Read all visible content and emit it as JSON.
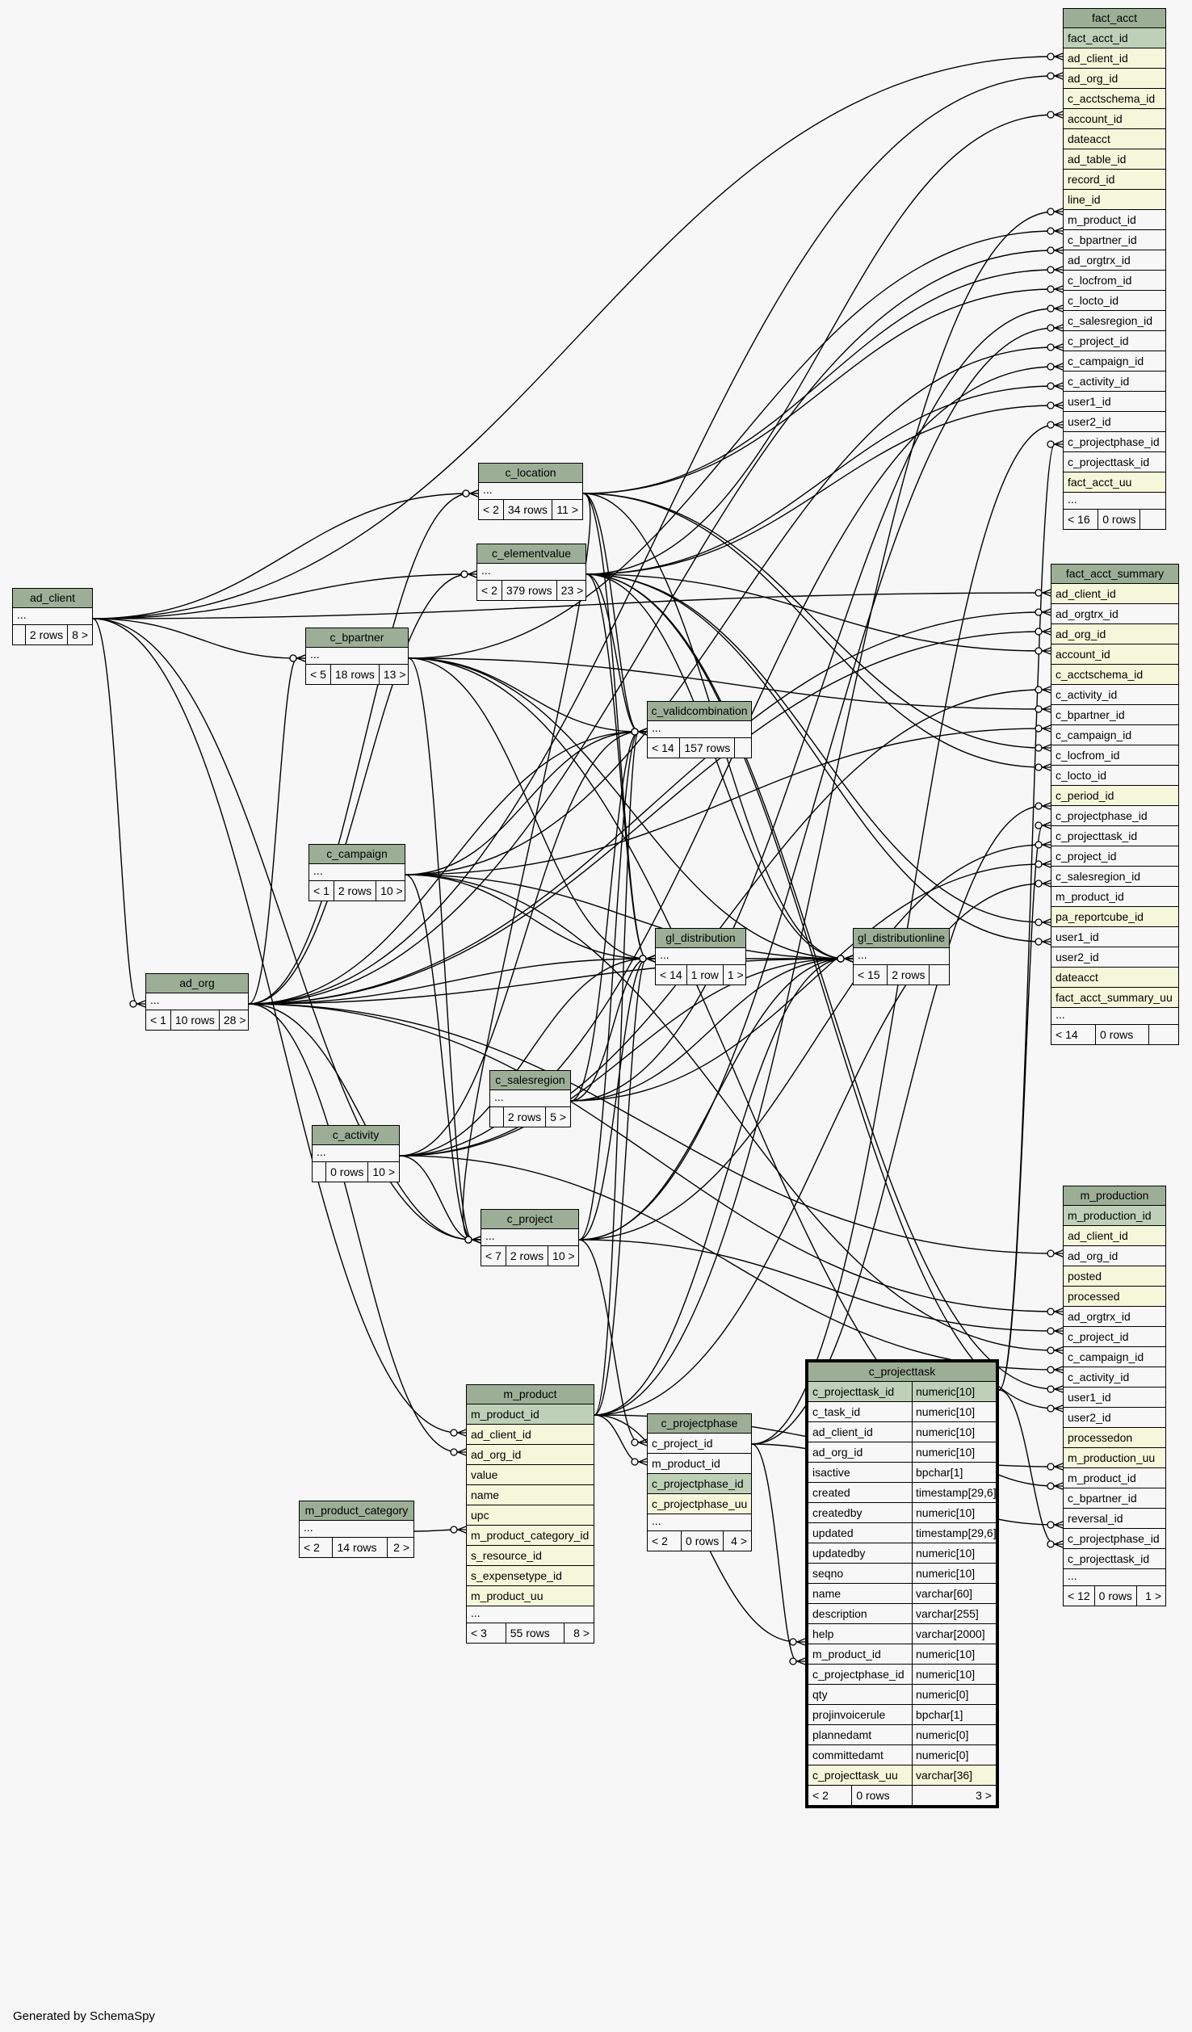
{
  "credit": "Generated by SchemaSpy",
  "colors": {
    "header": "#9caf96",
    "pk": "#bed1b8",
    "fk": "#f4f7da",
    "background": "#f7f7f7"
  },
  "tables": {
    "fact_acct": {
      "name": "fact_acct",
      "columns": [
        {
          "name": "fact_acct_id",
          "kind": "pk"
        },
        {
          "name": "ad_client_id",
          "kind": "fk"
        },
        {
          "name": "ad_org_id",
          "kind": "fk"
        },
        {
          "name": "c_acctschema_id",
          "kind": "fk"
        },
        {
          "name": "account_id",
          "kind": "fk"
        },
        {
          "name": "dateacct",
          "kind": "fk"
        },
        {
          "name": "ad_table_id",
          "kind": "fk"
        },
        {
          "name": "record_id",
          "kind": "fk"
        },
        {
          "name": "line_id",
          "kind": "fk"
        },
        {
          "name": "m_product_id",
          "kind": "plain"
        },
        {
          "name": "c_bpartner_id",
          "kind": "plain"
        },
        {
          "name": "ad_orgtrx_id",
          "kind": "plain"
        },
        {
          "name": "c_locfrom_id",
          "kind": "plain"
        },
        {
          "name": "c_locto_id",
          "kind": "plain"
        },
        {
          "name": "c_salesregion_id",
          "kind": "plain"
        },
        {
          "name": "c_project_id",
          "kind": "plain"
        },
        {
          "name": "c_campaign_id",
          "kind": "plain"
        },
        {
          "name": "c_activity_id",
          "kind": "plain"
        },
        {
          "name": "user1_id",
          "kind": "plain"
        },
        {
          "name": "user2_id",
          "kind": "plain"
        },
        {
          "name": "c_projectphase_id",
          "kind": "plain"
        },
        {
          "name": "c_projecttask_id",
          "kind": "plain"
        },
        {
          "name": "fact_acct_uu",
          "kind": "fk"
        }
      ],
      "ellipsis": "...",
      "stats": [
        "< 16",
        "0 rows",
        ""
      ]
    },
    "fact_acct_summary": {
      "name": "fact_acct_summary",
      "columns": [
        {
          "name": "ad_client_id",
          "kind": "fk"
        },
        {
          "name": "ad_orgtrx_id",
          "kind": "plain"
        },
        {
          "name": "ad_org_id",
          "kind": "fk"
        },
        {
          "name": "account_id",
          "kind": "fk"
        },
        {
          "name": "c_acctschema_id",
          "kind": "fk"
        },
        {
          "name": "c_activity_id",
          "kind": "plain"
        },
        {
          "name": "c_bpartner_id",
          "kind": "plain"
        },
        {
          "name": "c_campaign_id",
          "kind": "plain"
        },
        {
          "name": "c_locfrom_id",
          "kind": "plain"
        },
        {
          "name": "c_locto_id",
          "kind": "plain"
        },
        {
          "name": "c_period_id",
          "kind": "fk"
        },
        {
          "name": "c_projectphase_id",
          "kind": "plain"
        },
        {
          "name": "c_projecttask_id",
          "kind": "plain"
        },
        {
          "name": "c_project_id",
          "kind": "plain"
        },
        {
          "name": "c_salesregion_id",
          "kind": "plain"
        },
        {
          "name": "m_product_id",
          "kind": "plain"
        },
        {
          "name": "pa_reportcube_id",
          "kind": "fk"
        },
        {
          "name": "user1_id",
          "kind": "plain"
        },
        {
          "name": "user2_id",
          "kind": "plain"
        },
        {
          "name": "dateacct",
          "kind": "fk"
        },
        {
          "name": "fact_acct_summary_uu",
          "kind": "fk"
        }
      ],
      "ellipsis": "...",
      "stats": [
        "< 14",
        "0 rows",
        ""
      ]
    },
    "m_production": {
      "name": "m_production",
      "columns": [
        {
          "name": "m_production_id",
          "kind": "pk"
        },
        {
          "name": "ad_client_id",
          "kind": "fk"
        },
        {
          "name": "ad_org_id",
          "kind": "plain"
        },
        {
          "name": "posted",
          "kind": "fk"
        },
        {
          "name": "processed",
          "kind": "fk"
        },
        {
          "name": "ad_orgtrx_id",
          "kind": "plain"
        },
        {
          "name": "c_project_id",
          "kind": "plain"
        },
        {
          "name": "c_campaign_id",
          "kind": "plain"
        },
        {
          "name": "c_activity_id",
          "kind": "plain"
        },
        {
          "name": "user1_id",
          "kind": "plain"
        },
        {
          "name": "user2_id",
          "kind": "plain"
        },
        {
          "name": "processedon",
          "kind": "fk"
        },
        {
          "name": "m_production_uu",
          "kind": "fk"
        },
        {
          "name": "m_product_id",
          "kind": "plain"
        },
        {
          "name": "c_bpartner_id",
          "kind": "plain"
        },
        {
          "name": "reversal_id",
          "kind": "plain"
        },
        {
          "name": "c_projectphase_id",
          "kind": "plain"
        },
        {
          "name": "c_projecttask_id",
          "kind": "plain"
        }
      ],
      "ellipsis": "...",
      "stats": [
        "< 12",
        "0 rows",
        "1 >"
      ]
    },
    "c_projecttask": {
      "name": "c_projecttask",
      "columns": [
        {
          "name": "c_projecttask_id",
          "type": "numeric[10]",
          "kind": "pk"
        },
        {
          "name": "c_task_id",
          "type": "numeric[10]",
          "kind": "plain"
        },
        {
          "name": "ad_client_id",
          "type": "numeric[10]",
          "kind": "plain"
        },
        {
          "name": "ad_org_id",
          "type": "numeric[10]",
          "kind": "plain"
        },
        {
          "name": "isactive",
          "type": "bpchar[1]",
          "kind": "plain"
        },
        {
          "name": "created",
          "type": "timestamp[29,6]",
          "kind": "plain"
        },
        {
          "name": "createdby",
          "type": "numeric[10]",
          "kind": "plain"
        },
        {
          "name": "updated",
          "type": "timestamp[29,6]",
          "kind": "plain"
        },
        {
          "name": "updatedby",
          "type": "numeric[10]",
          "kind": "plain"
        },
        {
          "name": "seqno",
          "type": "numeric[10]",
          "kind": "plain"
        },
        {
          "name": "name",
          "type": "varchar[60]",
          "kind": "plain"
        },
        {
          "name": "description",
          "type": "varchar[255]",
          "kind": "plain"
        },
        {
          "name": "help",
          "type": "varchar[2000]",
          "kind": "plain"
        },
        {
          "name": "m_product_id",
          "type": "numeric[10]",
          "kind": "plain"
        },
        {
          "name": "c_projectphase_id",
          "type": "numeric[10]",
          "kind": "plain"
        },
        {
          "name": "qty",
          "type": "numeric[0]",
          "kind": "plain"
        },
        {
          "name": "projinvoicerule",
          "type": "bpchar[1]",
          "kind": "plain"
        },
        {
          "name": "plannedamt",
          "type": "numeric[0]",
          "kind": "plain"
        },
        {
          "name": "committedamt",
          "type": "numeric[0]",
          "kind": "plain"
        },
        {
          "name": "c_projecttask_uu",
          "type": "varchar[36]",
          "kind": "fk"
        }
      ],
      "stats": [
        "< 2",
        "0 rows",
        "3 >"
      ]
    },
    "m_product": {
      "name": "m_product",
      "columns": [
        {
          "name": "m_product_id",
          "kind": "pk"
        },
        {
          "name": "ad_client_id",
          "kind": "fk"
        },
        {
          "name": "ad_org_id",
          "kind": "fk"
        },
        {
          "name": "value",
          "kind": "fk"
        },
        {
          "name": "name",
          "kind": "fk"
        },
        {
          "name": "upc",
          "kind": "fk"
        },
        {
          "name": "m_product_category_id",
          "kind": "fk"
        },
        {
          "name": "s_resource_id",
          "kind": "fk"
        },
        {
          "name": "s_expensetype_id",
          "kind": "fk"
        },
        {
          "name": "m_product_uu",
          "kind": "fk"
        }
      ],
      "ellipsis": "...",
      "stats": [
        "< 3",
        "55 rows",
        "8 >"
      ]
    },
    "c_projectphase": {
      "name": "c_projectphase",
      "columns": [
        {
          "name": "c_project_id",
          "kind": "plain"
        },
        {
          "name": "m_product_id",
          "kind": "plain"
        },
        {
          "name": "c_projectphase_id",
          "kind": "pk"
        },
        {
          "name": "c_projectphase_uu",
          "kind": "fk"
        }
      ],
      "ellipsis": "...",
      "stats": [
        "< 2",
        "0 rows",
        "4 >"
      ]
    },
    "m_product_category": {
      "name": "m_product_category",
      "ellipsis": "...",
      "stats": [
        "< 2",
        "14 rows",
        "2 >"
      ]
    },
    "ad_client": {
      "name": "ad_client",
      "ellipsis": "...",
      "stats": [
        "",
        "2 rows",
        "8 >"
      ]
    },
    "ad_org": {
      "name": "ad_org",
      "ellipsis": "...",
      "stats": [
        "< 1",
        "10 rows",
        "28 >"
      ]
    },
    "c_bpartner": {
      "name": "c_bpartner",
      "ellipsis": "...",
      "stats": [
        "< 5",
        "18 rows",
        "13 >"
      ]
    },
    "c_location": {
      "name": "c_location",
      "ellipsis": "...",
      "stats": [
        "< 2",
        "34 rows",
        "11 >"
      ]
    },
    "c_elementvalue": {
      "name": "c_elementvalue",
      "ellipsis": "...",
      "stats": [
        "< 2",
        "379 rows",
        "23 >"
      ]
    },
    "c_validcombination": {
      "name": "c_validcombination",
      "ellipsis": "...",
      "stats": [
        "< 14",
        "157 rows",
        ""
      ]
    },
    "c_campaign": {
      "name": "c_campaign",
      "ellipsis": "...",
      "stats": [
        "< 1",
        "2 rows",
        "10 >"
      ]
    },
    "gl_distribution": {
      "name": "gl_distribution",
      "ellipsis": "...",
      "stats": [
        "< 14",
        "1 row",
        "1 >"
      ]
    },
    "gl_distributionline": {
      "name": "gl_distributionline",
      "ellipsis": "...",
      "stats": [
        "< 15",
        "2 rows",
        ""
      ]
    },
    "c_salesregion": {
      "name": "c_salesregion",
      "ellipsis": "...",
      "stats": [
        "",
        "2 rows",
        "5 >"
      ]
    },
    "c_activity": {
      "name": "c_activity",
      "ellipsis": "...",
      "stats": [
        "",
        "0 rows",
        "10 >"
      ]
    },
    "c_project": {
      "name": "c_project",
      "ellipsis": "...",
      "stats": [
        "< 7",
        "2 rows",
        "10 >"
      ]
    }
  }
}
